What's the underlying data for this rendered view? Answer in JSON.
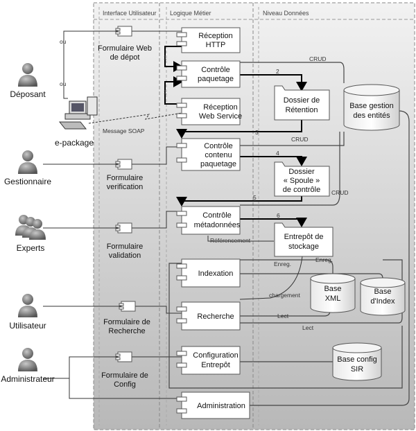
{
  "lanes": [
    {
      "id": "ui",
      "title": "Interface Utilisateur"
    },
    {
      "id": "logic",
      "title": "Logique Métier"
    },
    {
      "id": "data",
      "title": "Niveau Données"
    }
  ],
  "actors": [
    {
      "id": "deposant",
      "label": "Déposant"
    },
    {
      "id": "gestionnaire",
      "label": "Gestionnaire"
    },
    {
      "id": "experts",
      "label": "Experts"
    },
    {
      "id": "utilisateur",
      "label": "Utilisateur"
    },
    {
      "id": "administrateur",
      "label": "Administrateur"
    },
    {
      "id": "epackage",
      "label": "e-package"
    }
  ],
  "ui_forms": [
    {
      "id": "form-depot",
      "lines": [
        "Formulaire Web",
        "de dépot"
      ]
    },
    {
      "id": "form-verif",
      "lines": [
        "Formulaire",
        "verification"
      ]
    },
    {
      "id": "form-valid",
      "lines": [
        "Formulaire",
        "validation"
      ]
    },
    {
      "id": "form-recherche",
      "lines": [
        "Formulaire de",
        "Recherche"
      ]
    },
    {
      "id": "form-config",
      "lines": [
        "Formulaire de",
        "Config"
      ]
    }
  ],
  "components": [
    {
      "id": "reception-http",
      "lines": [
        "Réception",
        "HTTP"
      ]
    },
    {
      "id": "controle-paquetage",
      "lines": [
        "Contrôle",
        "paquetage"
      ]
    },
    {
      "id": "reception-ws",
      "lines": [
        "Réception",
        "Web Service"
      ]
    },
    {
      "id": "controle-contenu",
      "lines": [
        "Contrôle",
        "contenu",
        "paquetage"
      ]
    },
    {
      "id": "controle-meta",
      "lines": [
        "Contrôle",
        "métadonnées"
      ]
    },
    {
      "id": "indexation",
      "lines": [
        "Indexation"
      ]
    },
    {
      "id": "recherche",
      "lines": [
        "Recherche"
      ]
    },
    {
      "id": "configuration",
      "lines": [
        "Configuration",
        "Entrepôt"
      ]
    },
    {
      "id": "administration",
      "lines": [
        "Administration"
      ]
    }
  ],
  "folders": [
    {
      "id": "dossier-retention",
      "lines": [
        "Dossier de",
        "Rétention"
      ]
    },
    {
      "id": "dossier-spoule",
      "lines": [
        "Dossier",
        "« Spoule »",
        "de contrôle"
      ]
    },
    {
      "id": "entrepot",
      "lines": [
        "Entrepôt de",
        "stockage"
      ]
    }
  ],
  "databases": [
    {
      "id": "base-gestion",
      "lines": [
        "Base gestion",
        "des entités"
      ]
    },
    {
      "id": "base-xml",
      "lines": [
        "Base",
        "XML"
      ]
    },
    {
      "id": "base-index",
      "lines": [
        "Base",
        "d'Index"
      ]
    },
    {
      "id": "base-config",
      "lines": [
        "Base config",
        "SIR"
      ]
    }
  ],
  "edge_labels": {
    "ou1": "ou",
    "ou2": "ou",
    "soap": "Message SOAP",
    "crud1": "CRUD",
    "crud2": "CRUD",
    "crud3": "CRUD",
    "n1a": "1",
    "n1b": "1",
    "n2": "2",
    "n3": "3",
    "n4": "4",
    "n5": "5",
    "n6": "6",
    "referencement": "Référencement",
    "enreg1": "Enreg.",
    "enreg2": "Enreg.",
    "chargement": "chargement",
    "lect1": "Lect",
    "lect2": "Lect"
  },
  "colors": {
    "lane_bg": "#d9d9d9",
    "lane_bg_dark": "#bdbdbd",
    "border": "#888888"
  }
}
